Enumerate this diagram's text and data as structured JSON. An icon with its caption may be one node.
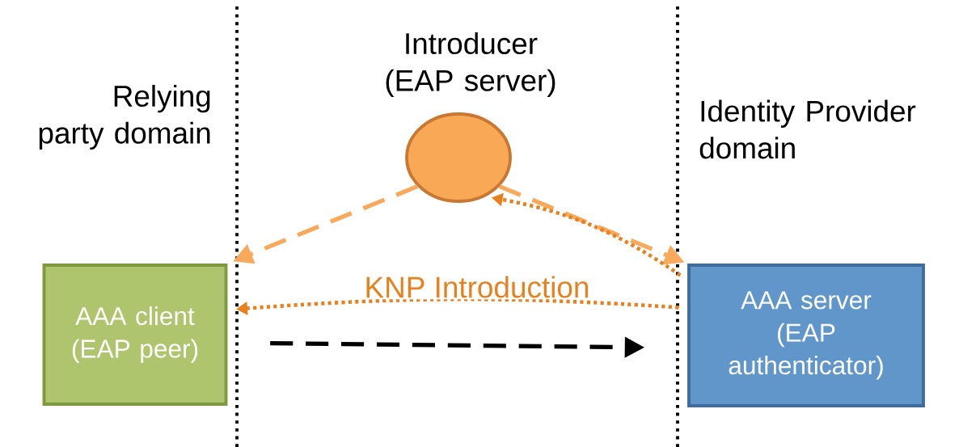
{
  "diagram": {
    "nodes": [
      {
        "text": [
          "Introducer (EAP server)"
        ]
      },
      {
        "text": [
          "AAA client (EAP peer)"
        ]
      },
      {
        "text": [
          "AAA server (EAP authenticator)"
        ]
      }
    ],
    "edges": [
      {
        "from": 0,
        "to": 1,
        "arrow": "to",
        "style": "dashed",
        "color": "#f9a95c"
      },
      {
        "from": 0,
        "to": 2,
        "arrow": "to",
        "style": "dashed",
        "color": "#f9a95c"
      },
      {
        "from": 2,
        "to": 0,
        "arrow": "to",
        "style": "dashed",
        "color": "#e8801e"
      },
      {
        "from": 2,
        "to": 1,
        "arrow": "to",
        "style": "dashed",
        "color": "#e8801e",
        "label": "KNP Introduction"
      },
      {
        "from": 1,
        "to": 2,
        "arrow": "to",
        "style": "dashed",
        "color": "#000000"
      }
    ],
    "labels": [
      "Relying party domain",
      "Identity Provider domain"
    ]
  }
}
